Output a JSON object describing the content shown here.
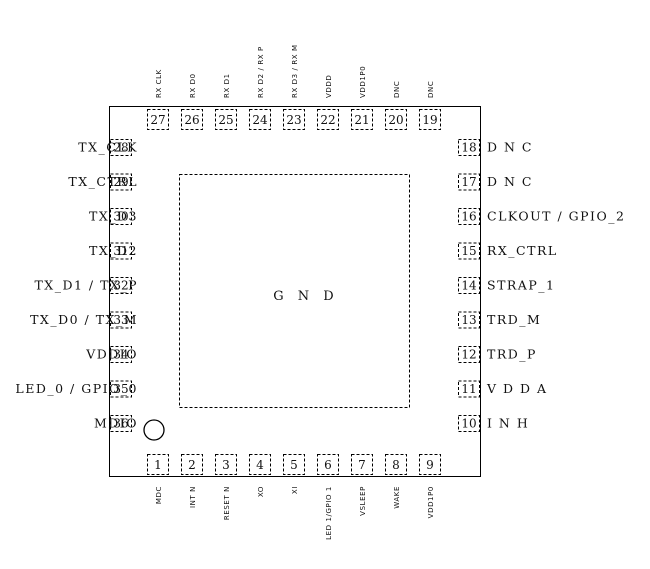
{
  "center_label": "G N D",
  "pins_left": [
    {
      "num": "28",
      "label": "TX_CLK"
    },
    {
      "num": "29",
      "label": "TX_CTRL"
    },
    {
      "num": "30",
      "label": "TX_D3"
    },
    {
      "num": "31",
      "label": "TX_D2"
    },
    {
      "num": "32",
      "label": "TX_D1 / TX_P"
    },
    {
      "num": "33",
      "label": "TX_D0 / TX_M"
    },
    {
      "num": "34",
      "label": "VDDIO"
    },
    {
      "num": "35",
      "label": "LED_0 / GPIO_0"
    },
    {
      "num": "36",
      "label": "MDIO"
    }
  ],
  "pins_right": [
    {
      "num": "18",
      "label": "D N C"
    },
    {
      "num": "17",
      "label": "D N C"
    },
    {
      "num": "16",
      "label": "CLKOUT / GPIO_2"
    },
    {
      "num": "15",
      "label": "RX_CTRL"
    },
    {
      "num": "14",
      "label": "STRAP_1"
    },
    {
      "num": "13",
      "label": "TRD_M"
    },
    {
      "num": "12",
      "label": "TRD_P"
    },
    {
      "num": "11",
      "label": "V D D A"
    },
    {
      "num": "10",
      "label": "I N H"
    }
  ],
  "pins_top": [
    {
      "num": "27",
      "label": "RX CLK"
    },
    {
      "num": "26",
      "label": "RX D0"
    },
    {
      "num": "25",
      "label": "RX D1"
    },
    {
      "num": "24",
      "label": "RX D2 / RX P"
    },
    {
      "num": "23",
      "label": "RX D3 / RX M"
    },
    {
      "num": "22",
      "label": "VDDD"
    },
    {
      "num": "21",
      "label": "VDD1P0"
    },
    {
      "num": "20",
      "label": "DNC"
    },
    {
      "num": "19",
      "label": "DNC"
    }
  ],
  "pins_bottom": [
    {
      "num": "1",
      "label": "MDC"
    },
    {
      "num": "2",
      "label": "INT N"
    },
    {
      "num": "3",
      "label": "RESET N"
    },
    {
      "num": "4",
      "label": "XO"
    },
    {
      "num": "5",
      "label": "XI"
    },
    {
      "num": "6",
      "label": "LED 1/GPIO 1"
    },
    {
      "num": "7",
      "label": "VSLEEP"
    },
    {
      "num": "8",
      "label": "WAKE"
    },
    {
      "num": "9",
      "label": "VDD1P0"
    }
  ]
}
